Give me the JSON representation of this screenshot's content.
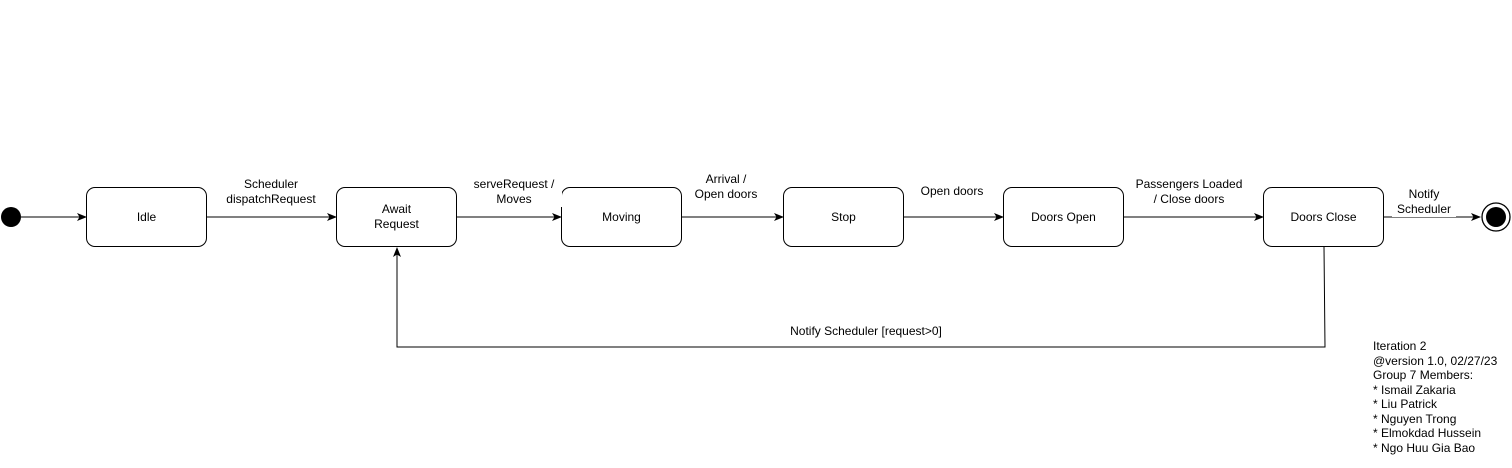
{
  "states": {
    "idle": "Idle",
    "await_line1": "Await",
    "await_line2": "Request",
    "moving": "Moving",
    "stop": "Stop",
    "doors_open": "Doors Open",
    "doors_close": "Doors Close"
  },
  "transitions": {
    "t1_line1": "Scheduler",
    "t1_line2": "dispatchRequest",
    "t2_line1": "serveRequest /",
    "t2_line2": "Moves",
    "t3_line1": "Arrival /",
    "t3_line2": "Open doors",
    "t4": "Open doors",
    "t5_line1": "Passengers Loaded",
    "t5_line2": "/ Close doors",
    "t6_line1": "Notify",
    "t6_line2": "Scheduler",
    "loop": "Notify Scheduler [request>0]"
  },
  "note": {
    "lines": [
      "Iteration 2",
      "@version 1.0, 02/27/23",
      "Group 7 Members:",
      "* Ismail Zakaria",
      "* Liu Patrick",
      "* Nguyen Trong",
      "* Elmokdad Hussein",
      "* Ngo Huu Gia Bao"
    ]
  }
}
